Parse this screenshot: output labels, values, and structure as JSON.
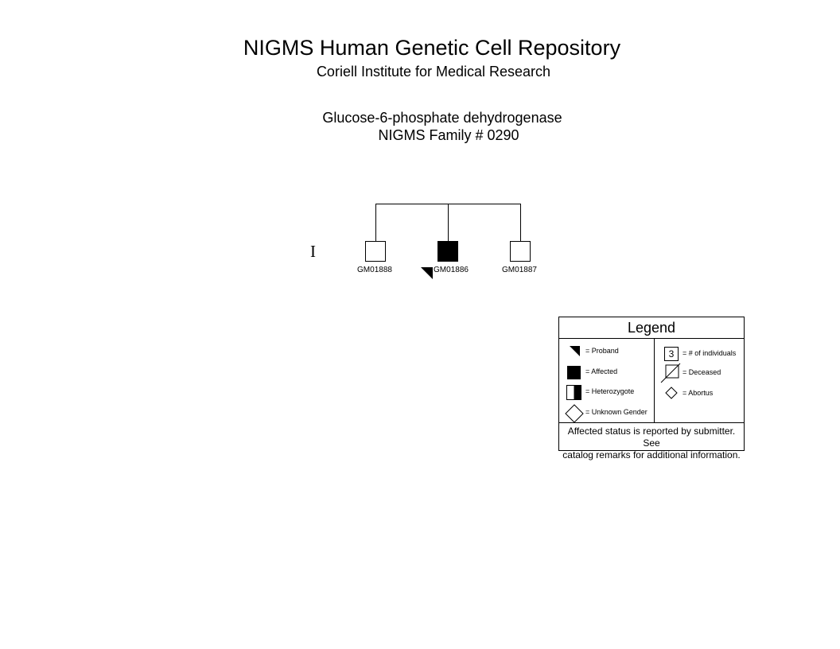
{
  "header": {
    "title": "NIGMS Human Genetic Cell Repository",
    "subtitle": "Coriell Institute for Medical Research"
  },
  "pedigree": {
    "gene": "Glucose-6-phosphate dehydrogenase",
    "family": "NIGMS Family # 0290",
    "generation_label": "I",
    "individuals": [
      {
        "id": "GM01888",
        "sex": "male",
        "affected": false,
        "proband": false
      },
      {
        "id": "GM01886",
        "sex": "male",
        "affected": true,
        "proband": true
      },
      {
        "id": "GM01887",
        "sex": "male",
        "affected": false,
        "proband": false
      }
    ]
  },
  "legend": {
    "title": "Legend",
    "proband": "= Proband",
    "affected": "= Affected",
    "heterozygote": "= Heterozygote",
    "unknown_gender": "= Unknown Gender",
    "count_number": "3",
    "count": "= # of individuals",
    "deceased": "= Deceased",
    "abortus": "= Abortus",
    "footer_line1": "Affected status is reported by submitter. See",
    "footer_line2": "catalog remarks for additional information."
  }
}
